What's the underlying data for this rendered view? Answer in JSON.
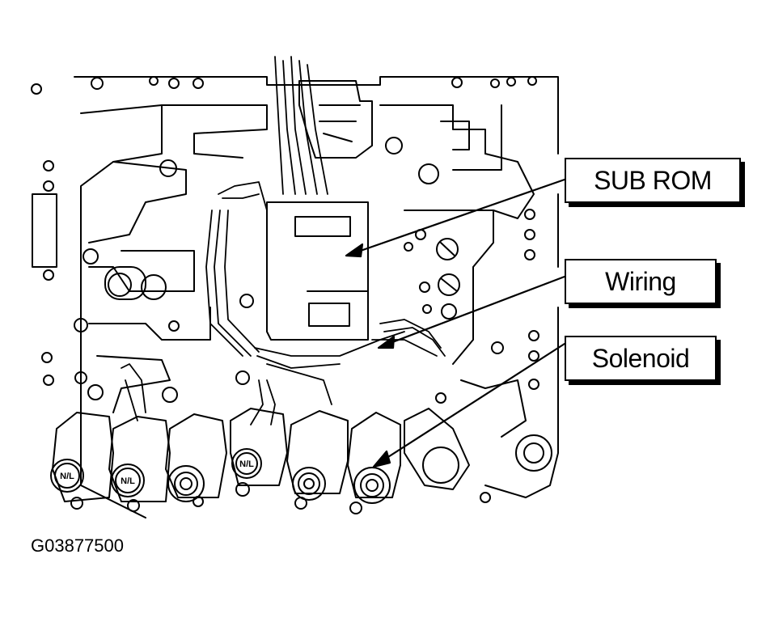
{
  "callouts": {
    "sub_rom": "SUB ROM",
    "wiring": "Wiring",
    "solenoid": "Solenoid"
  },
  "solenoid_markings": [
    "N/L",
    "N/L",
    "N/L"
  ],
  "figure_id": "G03877500"
}
